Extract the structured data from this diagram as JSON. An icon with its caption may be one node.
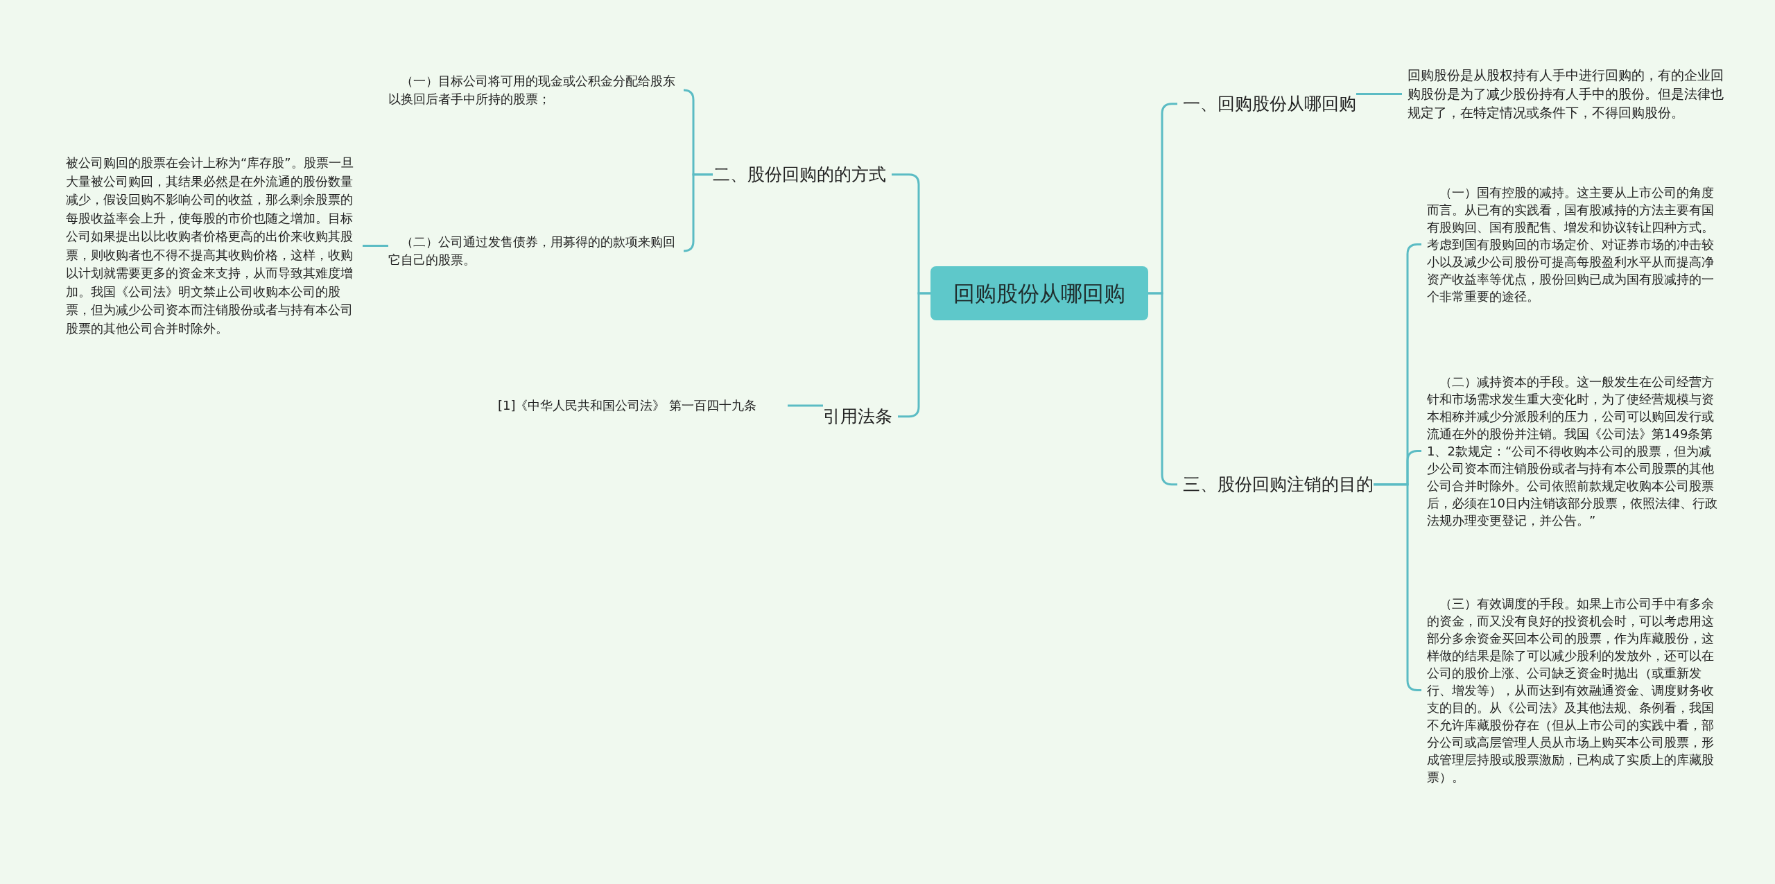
{
  "diagram": {
    "nodes": [
      {
        "text": [
          "回购股份从哪回购"
        ]
      },
      {
        "text": [
          "一、回购股份从哪回购"
        ]
      },
      {
        "text": [
          "回购股份是从股权持有人手中进行回购的，有的企业回购股份是为了减少股份持有人手中的股份。但是法律也规定了，在特定情况或条件下，不得回购股份。"
        ]
      },
      {
        "text": [
          "三、股份回购注销的目的"
        ]
      },
      {
        "text": [
          "（一）国有控股的减持。这主要从上市公司的角度而言。从已有的实践看，国有股减持的方法主要有国有股购回、国有股配售、增发和协议转让四种方式。考虑到国有股购回的市场定价、对证券市场的冲击较小以及减少公司股份可提高每股盈利水平从而提高净资产收益率等优点，股份回购已成为国有股减持的一个非常重要的途径。"
        ]
      },
      {
        "text": [
          "（二）减持资本的手段。这一般发生在公司经营方针和市场需求发生重大变化时，为了使经营规模与资本相称并减少分派股利的压力，公司可以购回发行或流通在外的股份并注销。我国《公司法》第149条第1、2款规定：“公司不得收购本公司的股票，但为减少公司资本而注销股份或者与持有本公司股票的其他公司合并时除外。公司依照前款规定收购本公司股票后，必须在10日内注销该部分股票，依照法律、行政法规办理变更登记，并公告。”"
        ]
      },
      {
        "text": [
          "（三）有效调度的手段。如果上市公司手中有多余的资金，而又没有良好的投资机会时，可以考虑用这部分多余资金买回本公司的股票，作为库藏股份，这样做的结果是除了可以减少股利的发放外，还可以在公司的股价上涨、公司缺乏资金时抛出（或重新发行、增发等），从而达到有效融通资金、调度财务收支的目的。从《公司法》及其他法规、条例看，我国不允许库藏股份存在（但从上市公司的实践中看，部分公司或高层管理人员从市场上购买本公司股票，形成管理层持股或股票激励，已构成了实质上的库藏股票）。"
        ]
      },
      {
        "text": [
          "二、股份回购的的方式"
        ]
      },
      {
        "text": [
          "（一）目标公司将可用的现金或公积金分配给股东以换回后者手中所持的股票；"
        ]
      },
      {
        "text": [
          "（二）公司通过发售债券，用募得的的款项来购回它自己的股票。"
        ]
      },
      {
        "text": [
          "被公司购回的股票在会计上称为“库存股”。股票一旦大量被公司购回，其结果必然是在外流通的股份数量减少，假设回购不影响公司的收益，那么剩余股票的每股收益率会上升，使每股的市价也随之增加。目标公司如果提出以比收购者价格更高的出价来收购其股票，则收购者也不得不提高其收购价格，这样，收购以计划就需要更多的资金来支持，从而导致其难度增加。我国《公司法》明文禁止公司收购本公司的股票，但为减少公司资本而注销股份或者与持有本公司股票的其他公司合并时除外。"
        ]
      },
      {
        "text": [
          "引用法条"
        ]
      },
      {
        "text": [
          "[1]《中华人民共和国公司法》 第一百四十九条"
        ]
      }
    ],
    "edges": [
      {
        "from": 0,
        "to": 1,
        "arrow": "none"
      },
      {
        "from": 1,
        "to": 2,
        "arrow": "none"
      },
      {
        "from": 0,
        "to": 3,
        "arrow": "none"
      },
      {
        "from": 3,
        "to": 4,
        "arrow": "none"
      },
      {
        "from": 3,
        "to": 5,
        "arrow": "none"
      },
      {
        "from": 3,
        "to": 6,
        "arrow": "none"
      },
      {
        "from": 0,
        "to": 7,
        "arrow": "none"
      },
      {
        "from": 7,
        "to": 8,
        "arrow": "none"
      },
      {
        "from": 7,
        "to": 9,
        "arrow": "none"
      },
      {
        "from": 9,
        "to": 10,
        "arrow": "none"
      },
      {
        "from": 0,
        "to": 11,
        "arrow": "none"
      },
      {
        "from": 11,
        "to": 12,
        "arrow": "none"
      }
    ]
  }
}
